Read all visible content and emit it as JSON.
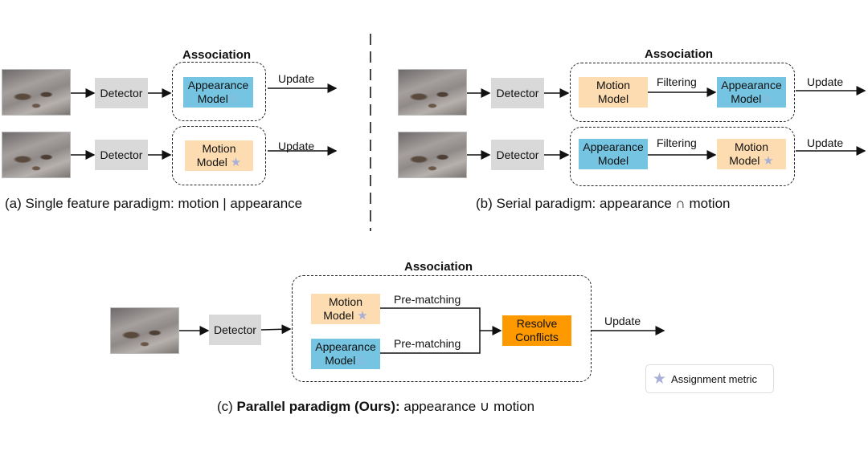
{
  "panel_a": {
    "association_title": "Association",
    "row1": {
      "detector": "Detector",
      "model_line1": "Appearance",
      "model_line2": "Model",
      "update": "Update"
    },
    "row2": {
      "detector": "Detector",
      "model_line1": "Motion",
      "model_line2": "Model",
      "update": "Update"
    },
    "caption": "(a) Single feature paradigm: motion | appearance"
  },
  "panel_b": {
    "association_title": "Association",
    "row1": {
      "detector": "Detector",
      "first_model_line1": "Motion",
      "first_model_line2": "Model",
      "filter": "Filtering",
      "second_model_line1": "Appearance",
      "second_model_line2": "Model",
      "update": "Update"
    },
    "row2": {
      "detector": "Detector",
      "first_model_line1": "Appearance",
      "first_model_line2": "Model",
      "filter": "Filtering",
      "second_model_line1": "Motion",
      "second_model_line2": "Model",
      "update": "Update"
    },
    "caption": "(b) Serial paradigm: appearance ∩ motion"
  },
  "panel_c": {
    "association_title": "Association",
    "detector": "Detector",
    "motion_line1": "Motion",
    "motion_line2": "Model",
    "appearance_line1": "Appearance",
    "appearance_line2": "Model",
    "prematch_top": "Pre-matching",
    "prematch_bottom": "Pre-matching",
    "resolve_line1": "Resolve",
    "resolve_line2": "Conflicts",
    "update": "Update",
    "caption_prefix": "(c) ",
    "caption_bold": "Parallel paradigm (Ours):",
    "caption_rest": " appearance ∪ motion"
  },
  "legend": {
    "label": "Assignment metric",
    "icon": "star-icon"
  },
  "colors": {
    "appearance": "#75c4e2",
    "motion": "#fcdcb0",
    "detector": "#d9d9d9",
    "resolve": "#ff9900",
    "star": "#a7b0d6"
  }
}
